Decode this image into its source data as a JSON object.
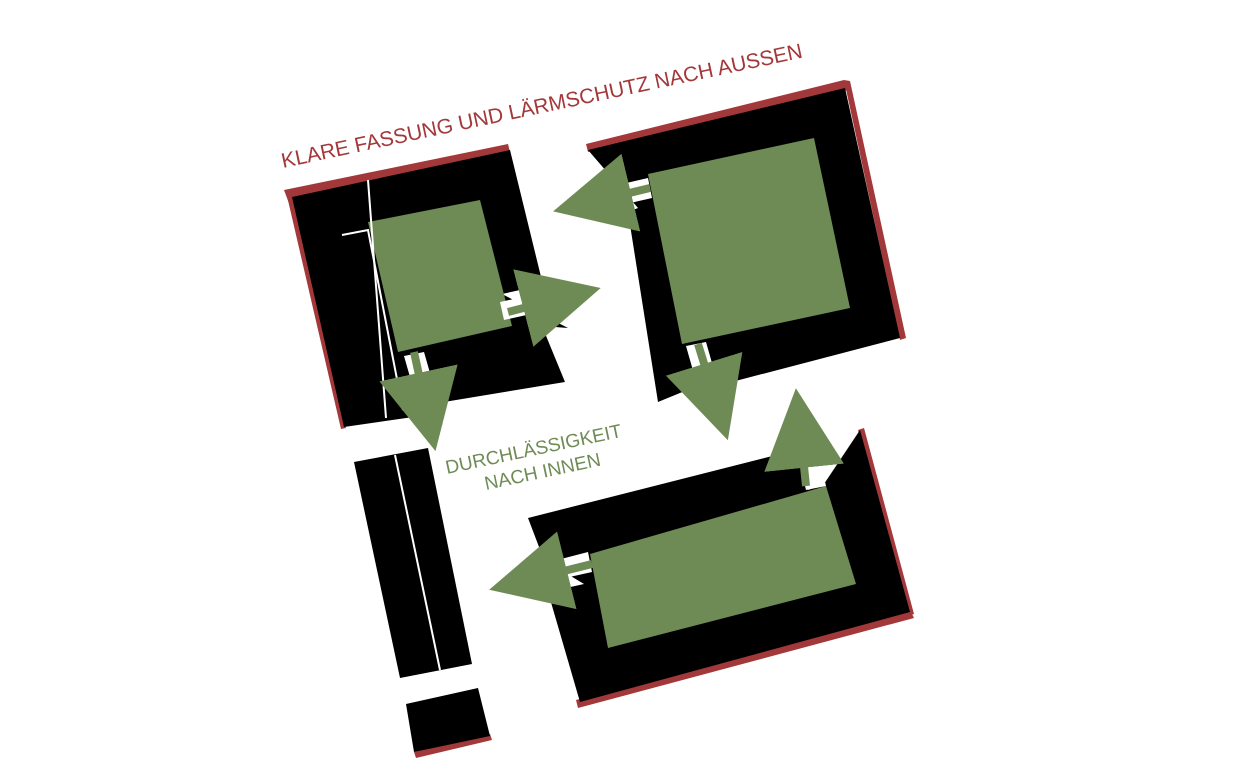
{
  "labels": {
    "outer": "KLARE FASSUNG UND LÄRMSCHUTZ NACH AUSSEN",
    "inner_line1": "DURCHLÄSSIGKEIT",
    "inner_line2": "NACH INNEN"
  },
  "colors": {
    "building": "#000000",
    "courtyard": "#6f8b55",
    "outer_edge": "#a3383a",
    "outer_text": "#a3383a",
    "inner_text": "#6f8b55",
    "background": "#ffffff",
    "gap": "#ffffff"
  }
}
